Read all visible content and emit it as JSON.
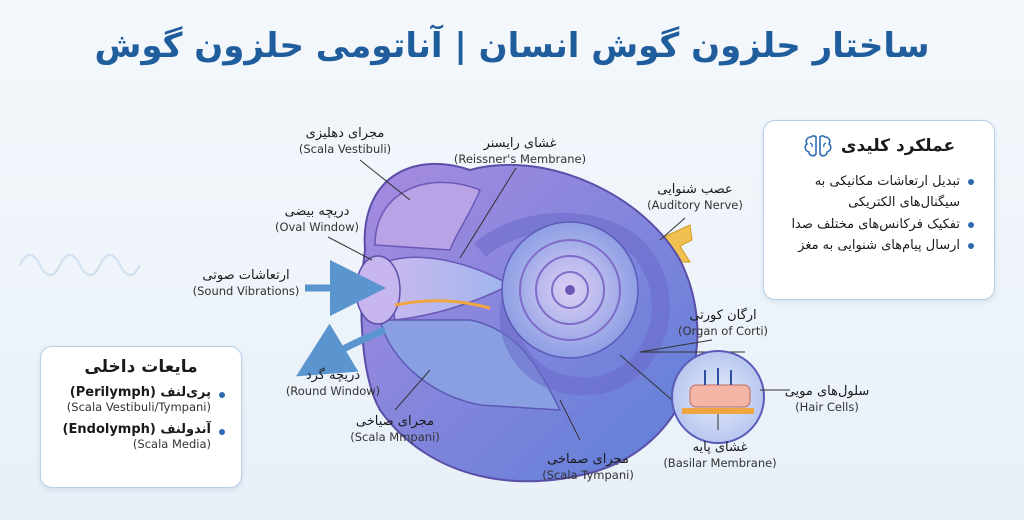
{
  "title": "ساختار حلزون گوش انسان | آناتومی حلزون گوش",
  "labels": {
    "scala_vestibuli": {
      "fa": "مجرای دهلیزی",
      "en": "(Scala Vestibuli)"
    },
    "reissner": {
      "fa": "غشای رایسنر",
      "en": "(Reissner's Membrane)"
    },
    "oval_window": {
      "fa": "دریچه بیضی",
      "en": "(Oval Window)"
    },
    "auditory_nerve": {
      "fa": "عصب شنوایی",
      "en": "(Auditory Nerve)"
    },
    "sound_vibrations": {
      "fa": "ارتعاشات صوتی",
      "en": "(Sound Vibrations)"
    },
    "organ_of_corti": {
      "fa": "ارگان کورتی",
      "en": "(Organ of Corti)"
    },
    "round_window": {
      "fa": "دریچه گرد",
      "en": "(Round Window)"
    },
    "scala_media": {
      "fa": "مجرای صیاخی",
      "en": "(Scala Mmpani)"
    },
    "scala_tympani": {
      "fa": "مجرای صماخی",
      "en": "(Scala Tympani)"
    },
    "hair_cells": {
      "fa": "سلول‌های مویی",
      "en": "(Hair Cells)"
    },
    "basilar": {
      "fa": "غشای پایه",
      "en": "(Basilar Membrane)"
    }
  },
  "function_card": {
    "title": "عملکرد کلیدی",
    "icon": "brain-icon",
    "items": [
      "تبدیل ارتعاشات مکانیکی به سیگنال‌های الکتریکی",
      "تفکیک فرکانس‌های مختلف صدا",
      "ارسال پیام‌های شنوایی به مغز"
    ]
  },
  "fluids_card": {
    "title": "مایعات داخلی",
    "items": [
      {
        "name": "پری‌لنف (Perilymph)",
        "sub": "(Scala Vestibuli/Tympani)"
      },
      {
        "name": "آندولنف (Endolymph)",
        "sub": "(Scala Media)"
      }
    ]
  },
  "colors": {
    "title": "#1f5d9c",
    "purple": "#9c84d6",
    "blue": "#6f94e0",
    "arrow": "#5b95cf"
  }
}
